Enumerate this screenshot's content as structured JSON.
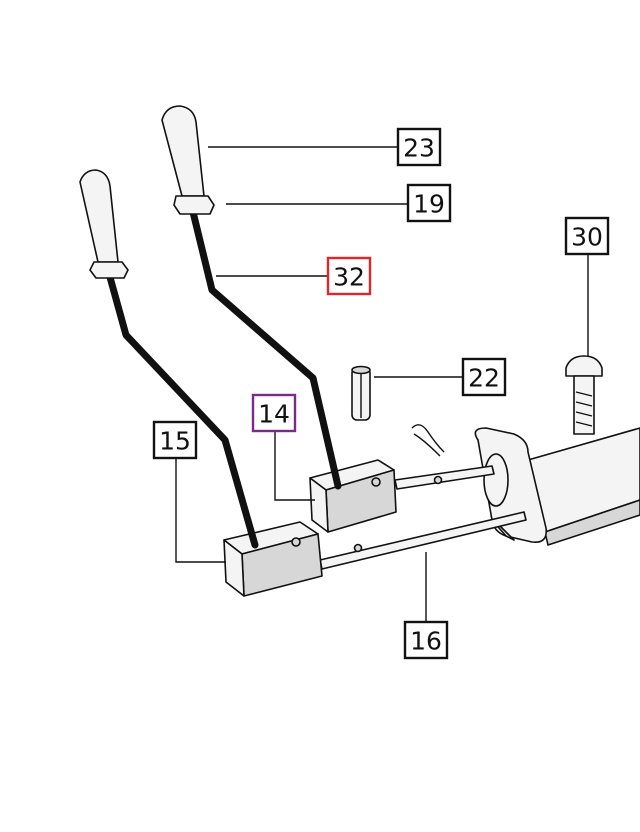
{
  "callouts": [
    {
      "id": "c23",
      "label": "23",
      "color": "#111111"
    },
    {
      "id": "c19",
      "label": "19",
      "color": "#111111"
    },
    {
      "id": "c32",
      "label": "32",
      "color": "#e0262a"
    },
    {
      "id": "c30",
      "label": "30",
      "color": "#111111"
    },
    {
      "id": "c22",
      "label": "22",
      "color": "#111111"
    },
    {
      "id": "c14",
      "label": "14",
      "color": "#7b2a8c"
    },
    {
      "id": "c15",
      "label": "15",
      "color": "#111111"
    },
    {
      "id": "c16",
      "label": "16",
      "color": "#111111"
    }
  ],
  "highlight_color": "#e0262a"
}
